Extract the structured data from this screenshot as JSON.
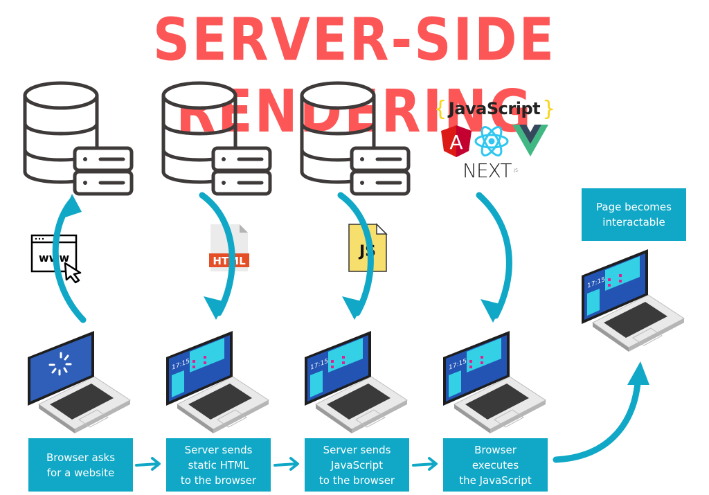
{
  "title": "SERVER-SIDE RENDERING",
  "colors": {
    "title": "#fd5656",
    "accent": "#10a8c6",
    "icon_stroke": "#3f3a3a",
    "screen_blue": "#2f5fb8",
    "html_badge": "#e44d26",
    "js_file": "#f7df6e"
  },
  "icons": {
    "servers": [
      "database-server-icon",
      "database-server-icon",
      "database-server-icon"
    ],
    "browser_request": "www-browser-cursor-icon",
    "html_file": "html-file-icon",
    "js_file": "js-file-icon",
    "frameworks": [
      "angular-logo",
      "react-logo",
      "vue-logo",
      "nextjs-logo"
    ]
  },
  "file_labels": {
    "html": "HTML",
    "js": "JS"
  },
  "framework_panel": {
    "javascript_brace_open": "{",
    "javascript_label": "JavaScript",
    "javascript_brace_close": "}",
    "angular_letter": "A",
    "next_label": "NEXT",
    "next_suffix": ".JS"
  },
  "laptops": [
    {
      "state": "loading"
    },
    {
      "state": "rendered",
      "clock": "17:15"
    },
    {
      "state": "rendered",
      "clock": "17:15"
    },
    {
      "state": "rendered",
      "clock": "17:15"
    },
    {
      "state": "rendered",
      "clock": "17:15"
    }
  ],
  "steps": [
    {
      "label": "Browser asks\nfor a website"
    },
    {
      "label": "Server sends\nstatic HTML\nto the browser"
    },
    {
      "label": "Server sends\nJavaScript\nto the browser"
    },
    {
      "label": "Browser\nexecutes\nthe JavaScript"
    }
  ],
  "final_step": {
    "label": "Page becomes\ninteractable"
  }
}
